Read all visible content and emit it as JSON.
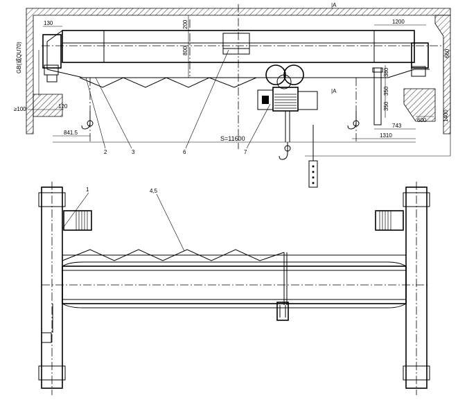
{
  "section_labels": {
    "top": "A",
    "right": "A"
  },
  "dimensions": {
    "d130": "130",
    "d200": "200",
    "d800": "800",
    "d1200": "1200",
    "d660": "660",
    "d120": "120",
    "d100": "≥100",
    "d841": "841.5",
    "dspan": "S=11600",
    "d380": "380",
    "d350a": "350",
    "d350b": "350",
    "d600": "600",
    "d743": "743",
    "d1310": "1310",
    "d1400": "1400",
    "rail_note": "GB(或QU70)"
  },
  "callouts": [
    "1",
    "2",
    "3",
    "4,5",
    "6",
    "7"
  ]
}
